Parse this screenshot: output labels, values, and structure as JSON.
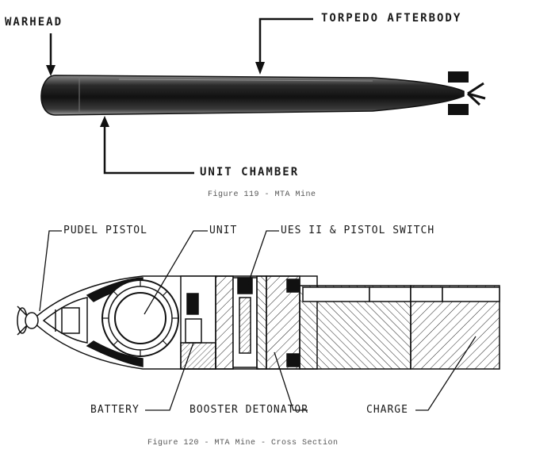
{
  "figure119": {
    "caption": "Figure 119 - MTA Mine",
    "labels": {
      "warhead": "WARHEAD",
      "torpedo_afterbody": "TORPEDO AFTERBODY",
      "unit_chamber": "UNIT CHAMBER"
    }
  },
  "figure120": {
    "caption": "Figure 120 - MTA Mine - Cross Section",
    "labels": {
      "pudel_pistol": "PUDEL PISTOL",
      "unit": "UNIT",
      "ues_switch": "UES II & PISTOL SWITCH",
      "battery": "BATTERY",
      "booster_detonator": "BOOSTER DETONATOR",
      "charge": "CHARGE"
    }
  },
  "colors": {
    "ink": "#1a1a1a",
    "body_dark": "#2a2a2a",
    "paper": "#ffffff"
  }
}
